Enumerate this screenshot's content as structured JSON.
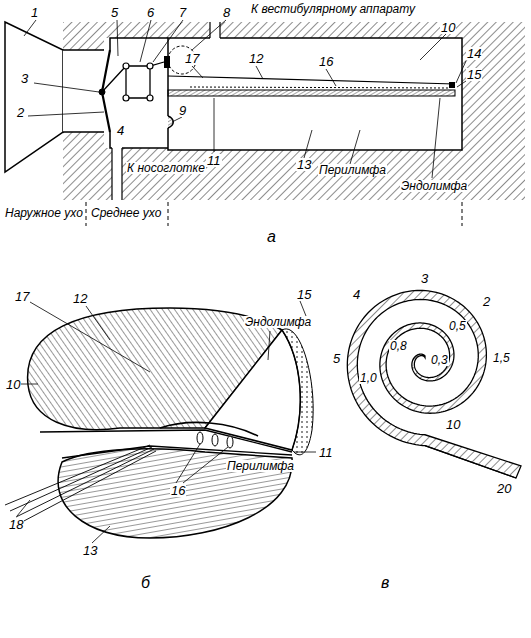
{
  "diagram": {
    "labels": [
      "К вестибулярному аппарату",
      "1",
      "5",
      "6",
      "7",
      "8",
      "10",
      "17",
      "12",
      "16",
      "14",
      "3",
      "15",
      "2",
      "9",
      "4",
      "11",
      "13",
      "К носоглотке",
      "Перилимфа",
      "Эндолимфа",
      "Наружное ухо",
      "Среднее ухо",
      "а",
      "17",
      "12",
      "15",
      "Эндолимфа",
      "3",
      "4",
      "2",
      "0,5",
      "0,8",
      "0,3",
      "5",
      "10",
      "1,0",
      "1,5",
      "11",
      "10",
      "Перилимфа",
      "20",
      "16",
      "18",
      "13",
      "б",
      "в"
    ]
  }
}
